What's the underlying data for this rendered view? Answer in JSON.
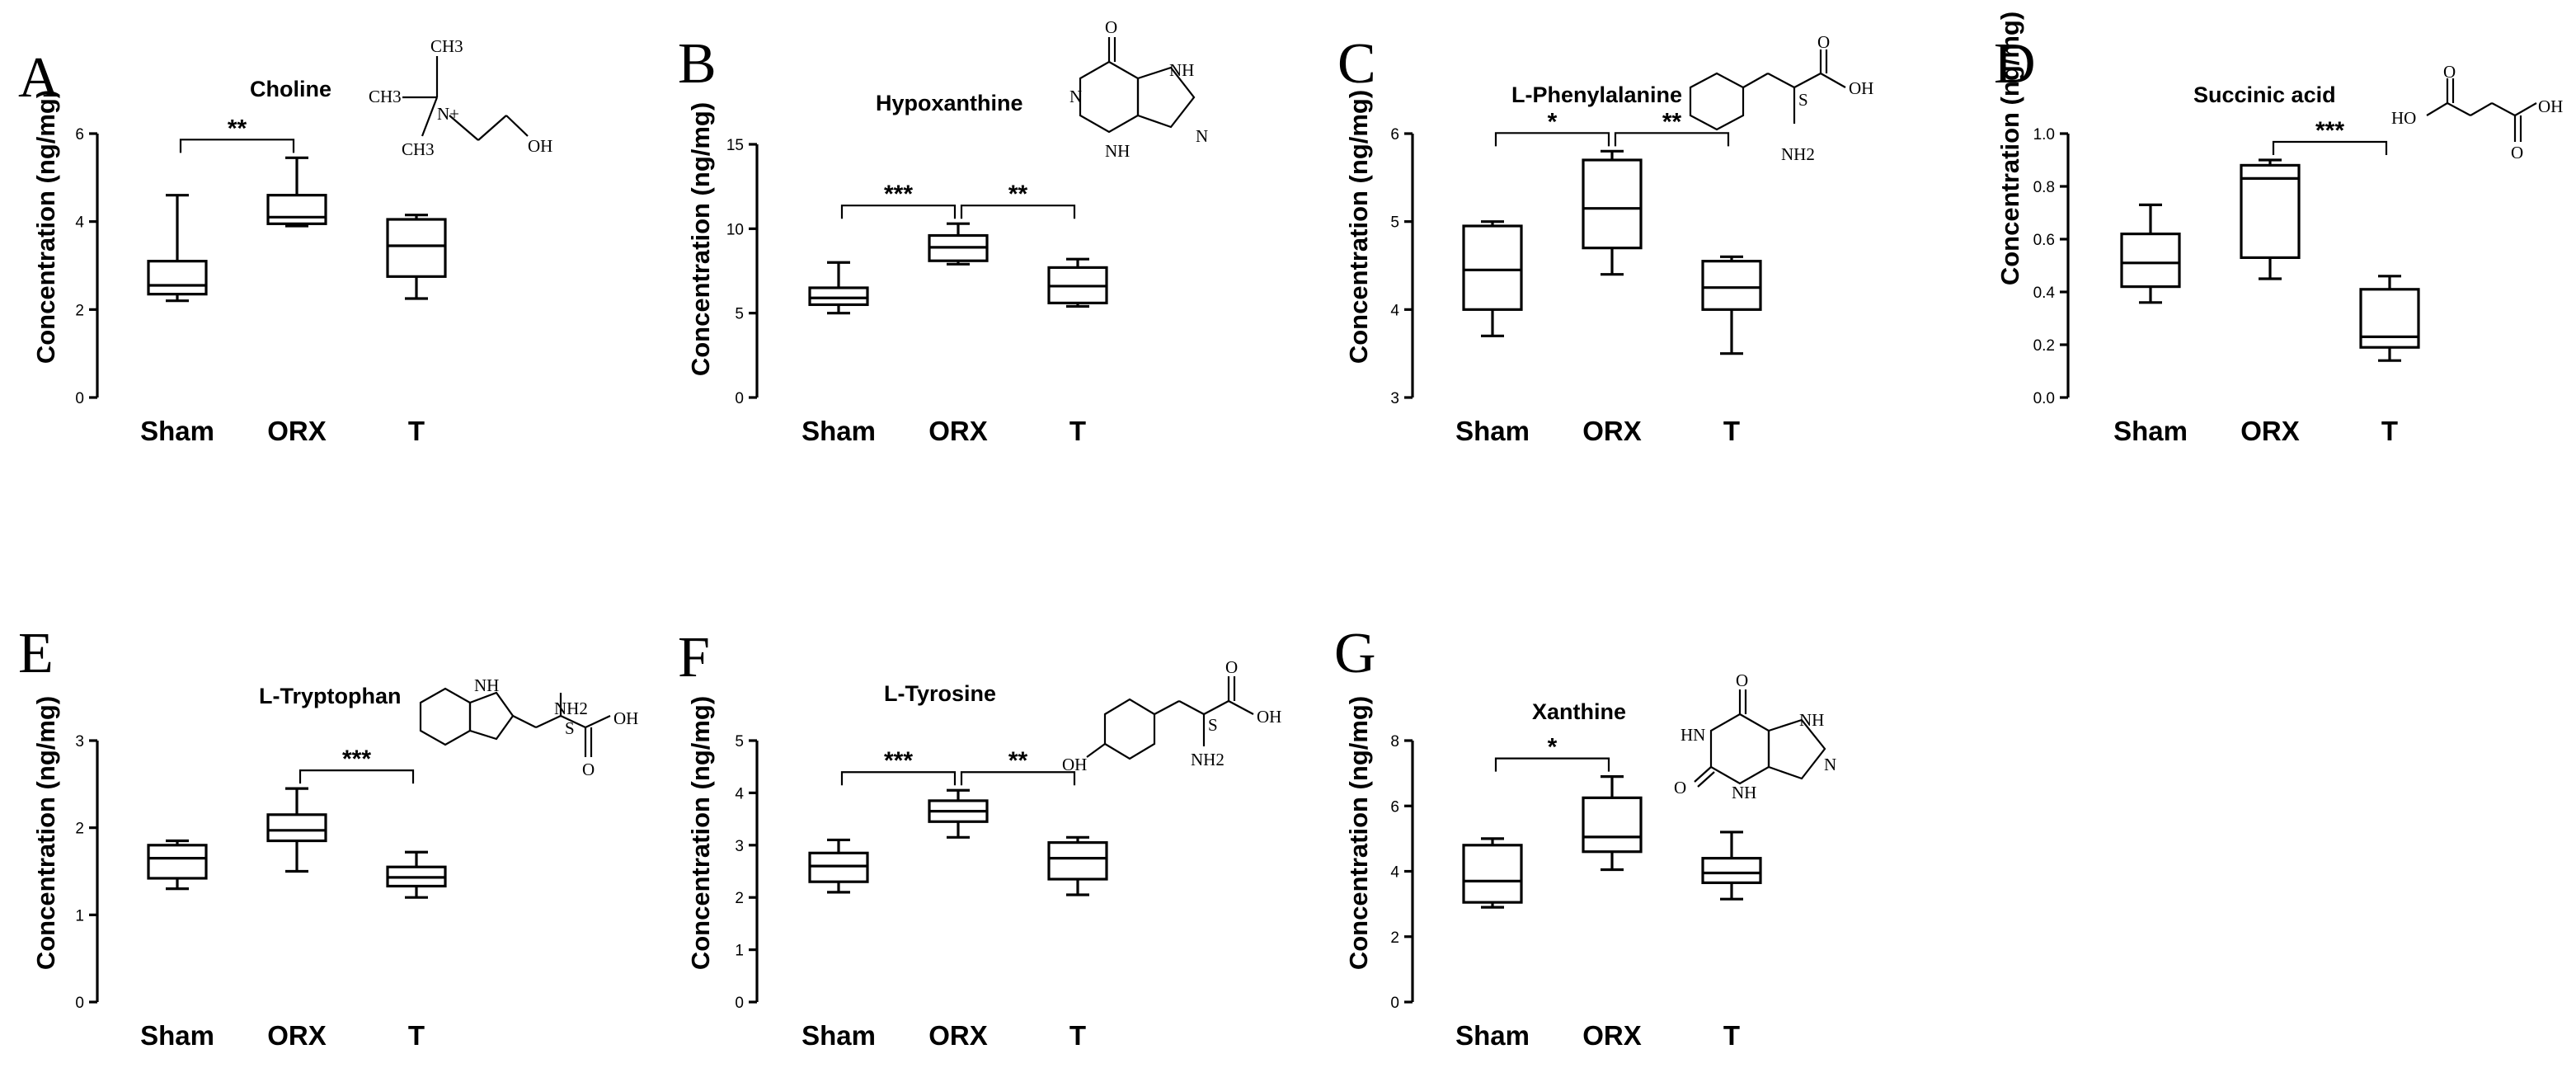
{
  "chart_data": [
    {
      "type": "box",
      "panel": "A",
      "title": "Choline",
      "ylabel": "Concentration (ng/mg)",
      "categories": [
        "Sham",
        "ORX",
        "T"
      ],
      "ylim": [
        0,
        6
      ],
      "yticks": [
        0,
        2,
        4,
        6
      ],
      "boxes": [
        {
          "min": 2.2,
          "q1": 2.35,
          "median": 2.55,
          "q3": 3.1,
          "max": 4.6
        },
        {
          "min": 3.9,
          "q1": 3.95,
          "median": 4.1,
          "q3": 4.6,
          "max": 5.45
        },
        {
          "min": 2.25,
          "q1": 2.75,
          "median": 3.45,
          "q3": 4.05,
          "max": 4.15
        }
      ],
      "significance": [
        {
          "from": 0,
          "to": 1,
          "label": "**"
        }
      ],
      "molecule_labels": [
        "CH3",
        "CH3",
        "CH3",
        "N+",
        "OH"
      ]
    },
    {
      "type": "box",
      "panel": "B",
      "title": "Hypoxanthine",
      "ylabel": "Concentration (ng/mg)",
      "categories": [
        "Sham",
        "ORX",
        "T"
      ],
      "ylim": [
        0,
        15
      ],
      "yticks": [
        0,
        5,
        10,
        15
      ],
      "boxes": [
        {
          "min": 5.0,
          "q1": 5.5,
          "median": 5.9,
          "q3": 6.5,
          "max": 8.0
        },
        {
          "min": 7.9,
          "q1": 8.1,
          "median": 8.9,
          "q3": 9.6,
          "max": 10.3
        },
        {
          "min": 5.4,
          "q1": 5.6,
          "median": 6.6,
          "q3": 7.7,
          "max": 8.2
        }
      ],
      "significance": [
        {
          "from": 0,
          "to": 1,
          "label": "***"
        },
        {
          "from": 1,
          "to": 2,
          "label": "**"
        }
      ],
      "molecule_labels": [
        "O",
        "NH",
        "N",
        "N",
        "NH"
      ]
    },
    {
      "type": "box",
      "panel": "C",
      "title": "L-Phenylalanine",
      "ylabel": "Concentration (ng/mg)",
      "categories": [
        "Sham",
        "ORX",
        "T"
      ],
      "ylim": [
        3,
        6
      ],
      "yticks": [
        3,
        4,
        5,
        6
      ],
      "boxes": [
        {
          "min": 3.7,
          "q1": 4.0,
          "median": 4.45,
          "q3": 4.95,
          "max": 5.0
        },
        {
          "min": 4.4,
          "q1": 4.7,
          "median": 5.15,
          "q3": 5.7,
          "max": 5.8
        },
        {
          "min": 3.5,
          "q1": 4.0,
          "median": 4.25,
          "q3": 4.55,
          "max": 4.6
        }
      ],
      "significance": [
        {
          "from": 0,
          "to": 1,
          "label": "*"
        },
        {
          "from": 1,
          "to": 2,
          "label": "**"
        }
      ],
      "molecule_labels": [
        "O",
        "OH",
        "NH2",
        "S"
      ]
    },
    {
      "type": "box",
      "panel": "D",
      "title": "Succinic acid",
      "ylabel": "Concentration (ng/mg)",
      "categories": [
        "Sham",
        "ORX",
        "T"
      ],
      "ylim": [
        0.0,
        1.0
      ],
      "yticks": [
        "0.0",
        "0.2",
        "0.4",
        "0.6",
        "0.8",
        "1.0"
      ],
      "boxes": [
        {
          "min": 0.36,
          "q1": 0.42,
          "median": 0.51,
          "q3": 0.62,
          "max": 0.73
        },
        {
          "min": 0.45,
          "q1": 0.53,
          "median": 0.83,
          "q3": 0.88,
          "max": 0.9
        },
        {
          "min": 0.14,
          "q1": 0.19,
          "median": 0.23,
          "q3": 0.41,
          "max": 0.46
        }
      ],
      "significance": [
        {
          "from": 1,
          "to": 2,
          "label": "***"
        }
      ],
      "molecule_labels": [
        "HO",
        "OH",
        "O",
        "O"
      ]
    },
    {
      "type": "box",
      "panel": "E",
      "title": "L-Tryptophan",
      "ylabel": "Concentration (ng/mg)",
      "categories": [
        "Sham",
        "ORX",
        "T"
      ],
      "ylim": [
        0,
        3
      ],
      "yticks": [
        0,
        1,
        2,
        3
      ],
      "boxes": [
        {
          "min": 1.3,
          "q1": 1.42,
          "median": 1.65,
          "q3": 1.8,
          "max": 1.85
        },
        {
          "min": 1.5,
          "q1": 1.85,
          "median": 1.97,
          "q3": 2.15,
          "max": 2.45
        },
        {
          "min": 1.2,
          "q1": 1.33,
          "median": 1.43,
          "q3": 1.55,
          "max": 1.72
        }
      ],
      "significance": [
        {
          "from": 1,
          "to": 2,
          "label": "***"
        }
      ],
      "molecule_labels": [
        "NH",
        "NH2",
        "OH",
        "O",
        "S"
      ]
    },
    {
      "type": "box",
      "panel": "F",
      "title": "L-Tyrosine",
      "ylabel": "Concentration (ng/mg)",
      "categories": [
        "Sham",
        "ORX",
        "T"
      ],
      "ylim": [
        0,
        5
      ],
      "yticks": [
        0,
        1,
        2,
        3,
        4,
        5
      ],
      "boxes": [
        {
          "min": 2.1,
          "q1": 2.3,
          "median": 2.6,
          "q3": 2.85,
          "max": 3.1
        },
        {
          "min": 3.15,
          "q1": 3.45,
          "median": 3.65,
          "q3": 3.85,
          "max": 4.05
        },
        {
          "min": 2.05,
          "q1": 2.35,
          "median": 2.75,
          "q3": 3.05,
          "max": 3.15
        }
      ],
      "significance": [
        {
          "from": 0,
          "to": 1,
          "label": "***"
        },
        {
          "from": 1,
          "to": 2,
          "label": "**"
        }
      ],
      "molecule_labels": [
        "O",
        "OH",
        "OH",
        "NH2",
        "S"
      ]
    },
    {
      "type": "box",
      "panel": "G",
      "title": "Xanthine",
      "ylabel": "Concentration (ng/mg)",
      "categories": [
        "Sham",
        "ORX",
        "T"
      ],
      "ylim": [
        0,
        8
      ],
      "yticks": [
        0,
        2,
        4,
        6,
        8
      ],
      "boxes": [
        {
          "min": 2.9,
          "q1": 3.05,
          "median": 3.7,
          "q3": 4.8,
          "max": 5.0
        },
        {
          "min": 4.05,
          "q1": 4.6,
          "median": 5.05,
          "q3": 6.25,
          "max": 6.9
        },
        {
          "min": 3.15,
          "q1": 3.65,
          "median": 3.95,
          "q3": 4.4,
          "max": 5.2
        }
      ],
      "significance": [
        {
          "from": 0,
          "to": 1,
          "label": "*"
        }
      ],
      "molecule_labels": [
        "O",
        "NH",
        "HN",
        "N",
        "O",
        "NH"
      ]
    }
  ]
}
